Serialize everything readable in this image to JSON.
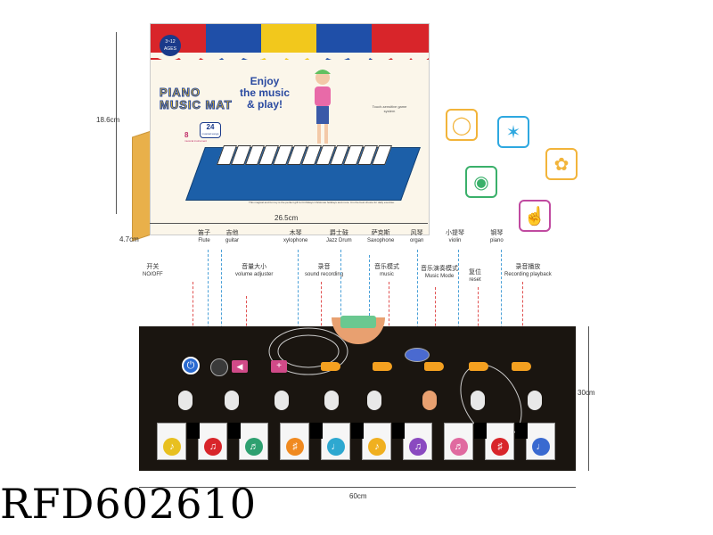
{
  "box": {
    "title_line1": "PIANO",
    "title_line2": "MUSIC MAT",
    "slogan_line1": "Enjoy",
    "slogan_line2": "the music",
    "slogan_line3": "& play!",
    "age_line1": "3~12",
    "age_line2": "AGES",
    "badge_24": "24",
    "badge_24_text": "musical songs",
    "badge_8": "8",
    "badge_8_text": "musical instrument",
    "touch_text": "Touch-sensitive game system",
    "footer_text": "This magical and fun toy is the perfect gift for birthdays Christmas holidays and more. It is the best choice for daily exercise.",
    "height_dim": "18.6cm",
    "width_dim": "26.5cm",
    "depth_dim": "4.7cm"
  },
  "mat": {
    "height_dim": "30cm",
    "width_dim": "60cm"
  },
  "callouts_top": [
    {
      "cn": "笛子",
      "en": "Flute"
    },
    {
      "cn": "吉他",
      "en": "guitar"
    },
    {
      "cn": "木琴",
      "en": "xylophone"
    },
    {
      "cn": "爵士鼓",
      "en": "Jazz Drum"
    },
    {
      "cn": "萨克斯",
      "en": "Saxophone"
    },
    {
      "cn": "风琴",
      "en": "organ"
    },
    {
      "cn": "小提琴",
      "en": "violin"
    },
    {
      "cn": "钢琴",
      "en": "piano"
    }
  ],
  "callouts_mid": [
    {
      "cn": "开关",
      "en": "NO/OFF"
    },
    {
      "cn": "音量大小",
      "en": "volume adjuster"
    },
    {
      "cn": "录音",
      "en": "sound recording"
    },
    {
      "cn": "音乐模式",
      "en": "music"
    },
    {
      "cn": "音乐演奏模式",
      "en": "Music Mode"
    },
    {
      "cn": "复位",
      "en": "reset"
    },
    {
      "cn": "录音播放",
      "en": "Recording playback"
    }
  ],
  "sku": "RFD602610",
  "colors": {
    "stripe_red": "#d8252a",
    "stripe_blue": "#1f4fa8",
    "stripe_yellow": "#f2c81c",
    "mat_bg": "#1a1510",
    "callout_blue": "#4aa0d8",
    "callout_red": "#e05050"
  },
  "feature_icons": [
    "ear-icon",
    "touch-icon",
    "brain-icon",
    "eye-icon",
    "hand-icon"
  ]
}
